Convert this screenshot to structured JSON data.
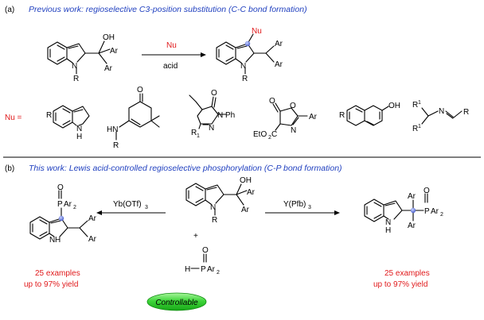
{
  "panel_a": {
    "label": "(a)",
    "title": "Previous work: regioselective C3-position substitution (C-C bond formation)",
    "reagent_top": "Nu",
    "reagent_bottom": "acid",
    "start_labels": {
      "oh": "OH",
      "ar1": "Ar",
      "ar2": "Ar",
      "n": "N",
      "r": "R"
    },
    "product_labels": {
      "nu": "Nu",
      "ar1": "Ar",
      "ar2": "Ar",
      "n": "N",
      "r": "R"
    },
    "nu_eq": "Nu =",
    "nucleophile_labels": {
      "indole": {
        "r": "R",
        "nh": "N",
        "h": "H"
      },
      "dimedone": {
        "o": "O",
        "hn": "HN",
        "r": "R"
      },
      "pyrazolone": {
        "o": "O",
        "n1": "N",
        "ph": "Ph",
        "n2": "N",
        "r1": "R",
        "sup": "1"
      },
      "oxazolone": {
        "o1": "O",
        "o2": "O",
        "ar": "Ar",
        "n": "N",
        "ester": "EtO",
        "ester_sub": "2",
        "ester_c": "C"
      },
      "naphthol": {
        "r": "R",
        "oh": "OH"
      },
      "imine": {
        "r1a": "R",
        "r1b": "R",
        "sup": "1",
        "n": "N",
        "r": "R"
      }
    }
  },
  "panel_b": {
    "label": "(b)",
    "title": "This work: Lewis acid-controlled regioselective phosphorylation (C-P bond formation)",
    "left_reagent": "Yb(OTf)",
    "left_reagent_sub": "3",
    "right_reagent": "Y(Pfb)",
    "right_reagent_sub": "3",
    "center_labels": {
      "oh": "OH",
      "ar1": "Ar",
      "ar2": "Ar",
      "n": "N",
      "r": "R",
      "plus": "+"
    },
    "phosphine_labels": {
      "o": "O",
      "h": "H",
      "p": "P",
      "ar": "Ar",
      "sub": "2"
    },
    "left_product_labels": {
      "o": "O",
      "p": "P",
      "ar": "Ar",
      "sub": "2",
      "ar1": "Ar",
      "ar2": "Ar",
      "n": "N",
      "h": "H"
    },
    "right_product_labels": {
      "ar1": "Ar",
      "ar2": "Ar",
      "o": "O",
      "p": "P",
      "ar": "Ar",
      "sub": "2",
      "n": "N",
      "h": "H"
    },
    "left_result": [
      "25 examples",
      "up to 97% yield"
    ],
    "right_result": [
      "25 examples",
      "up to 97% yield"
    ],
    "badge": "Controllable"
  },
  "colors": {
    "blue_text": "#1f3fbf",
    "red_text": "#e0191b",
    "marker_dot": "#5b6fd6",
    "badge_green": "#22c422"
  }
}
